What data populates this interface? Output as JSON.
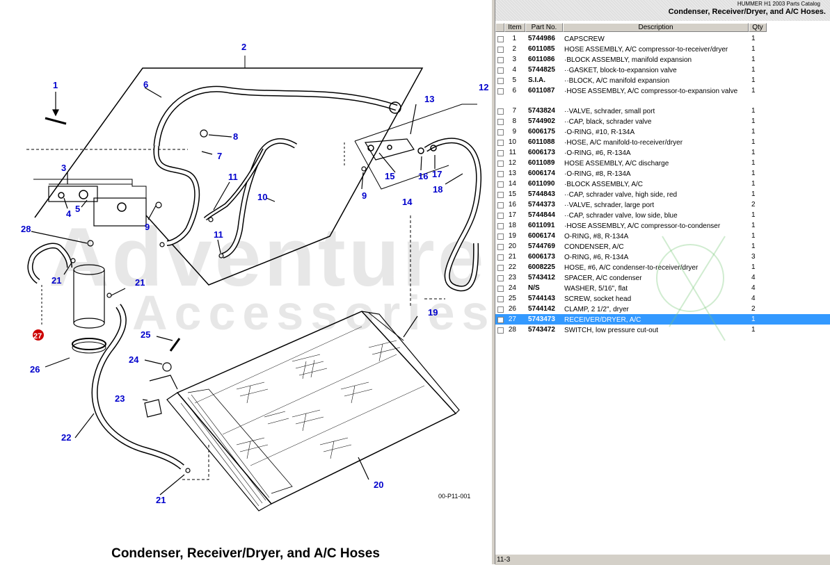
{
  "catalog": {
    "name": "HUMMER H1 2003 Parts Catalog",
    "section": "Condenser, Receiver/Dryer, and A/C Hoses."
  },
  "diagram": {
    "title": "Condenser, Receiver/Dryer, and A/C Hoses",
    "drawing_code": "00-P11-001",
    "watermark_line1": "Adventure",
    "watermark_line2": "Accessories",
    "highlighted_callout": "27",
    "callouts": [
      "1",
      "2",
      "3",
      "4",
      "5",
      "6",
      "7",
      "8",
      "9",
      "9",
      "10",
      "11",
      "11",
      "12",
      "13",
      "14",
      "15",
      "16",
      "17",
      "18",
      "19",
      "20",
      "21",
      "21",
      "21",
      "22",
      "23",
      "24",
      "25",
      "26",
      "28"
    ]
  },
  "table": {
    "headers": {
      "item": "Item",
      "part": "Part No.",
      "desc": "Description",
      "qty": "Qty"
    },
    "selected_item": "27",
    "rows": [
      {
        "item": "1",
        "part": "5744986",
        "desc": "CAPSCREW",
        "qty": "1"
      },
      {
        "item": "2",
        "part": "6011085",
        "desc": "HOSE ASSEMBLY, A/C compressor-to-receiver/dryer",
        "qty": "1"
      },
      {
        "item": "3",
        "part": "6011086",
        "desc": "·BLOCK ASSEMBLY, manifold expansion",
        "qty": "1"
      },
      {
        "item": "4",
        "part": "5744825",
        "desc": "··GASKET, block-to-expansion valve",
        "qty": "1"
      },
      {
        "item": "5",
        "part": "S.I.A.",
        "desc": "··BLOCK, A/C manifold expansion",
        "qty": "1"
      },
      {
        "item": "6",
        "part": "6011087",
        "desc": "·HOSE ASSEMBLY, A/C compressor-to-expansion valve",
        "qty": "1"
      },
      {
        "item": "7",
        "part": "5743824",
        "desc": "··VALVE, schrader, small port",
        "qty": "1"
      },
      {
        "item": "8",
        "part": "5744902",
        "desc": "··CAP, black, schrader valve",
        "qty": "1"
      },
      {
        "item": "9",
        "part": "6006175",
        "desc": "·O-RING, #10, R-134A",
        "qty": "1"
      },
      {
        "item": "10",
        "part": "6011088",
        "desc": "·HOSE, A/C manifold-to-receiver/dryer",
        "qty": "1"
      },
      {
        "item": "11",
        "part": "6006173",
        "desc": "·O-RING, #6, R-134A",
        "qty": "1"
      },
      {
        "item": "12",
        "part": "6011089",
        "desc": "HOSE ASSEMBLY, A/C discharge",
        "qty": "1"
      },
      {
        "item": "13",
        "part": "6006174",
        "desc": "·O-RING, #8, R-134A",
        "qty": "1"
      },
      {
        "item": "14",
        "part": "6011090",
        "desc": "·BLOCK ASSEMBLY, A/C",
        "qty": "1"
      },
      {
        "item": "15",
        "part": "5744843",
        "desc": "··CAP, schrader valve,  high side, red",
        "qty": "1"
      },
      {
        "item": "16",
        "part": "5744373",
        "desc": "··VALVE, schrader, large port",
        "qty": "2"
      },
      {
        "item": "17",
        "part": "5744844",
        "desc": "··CAP, schrader valve, low side, blue",
        "qty": "1"
      },
      {
        "item": "18",
        "part": "6011091",
        "desc": "·HOSE ASSEMBLY, A/C compressor-to-condenser",
        "qty": "1"
      },
      {
        "item": "19",
        "part": "6006174",
        "desc": "O-RING, #8, R-134A",
        "qty": "1"
      },
      {
        "item": "20",
        "part": "5744769",
        "desc": "CONDENSER, A/C",
        "qty": "1"
      },
      {
        "item": "21",
        "part": "6006173",
        "desc": "O-RING, #6, R-134A",
        "qty": "3"
      },
      {
        "item": "22",
        "part": "6008225",
        "desc": "HOSE, #6, A/C condenser-to-receiver/dryer",
        "qty": "1"
      },
      {
        "item": "23",
        "part": "5743412",
        "desc": "SPACER, A/C condenser",
        "qty": "4"
      },
      {
        "item": "24",
        "part": "N/S",
        "desc": "WASHER,  5/16\", flat",
        "qty": "4"
      },
      {
        "item": "25",
        "part": "5744143",
        "desc": "SCREW, socket head",
        "qty": "4"
      },
      {
        "item": "26",
        "part": "5744142",
        "desc": "CLAMP,  2 1/2\", dryer",
        "qty": "2"
      },
      {
        "item": "27",
        "part": "5743473",
        "desc": "RECEIVER/DRYER, A/C",
        "qty": "1"
      },
      {
        "item": "28",
        "part": "5743472",
        "desc": "SWITCH, low pressure cut-out",
        "qty": "1"
      }
    ]
  },
  "footer": {
    "page": "11-3"
  },
  "colors": {
    "callout": "#0000cc",
    "highlight": "#3399ff",
    "marker": "#cc0000"
  }
}
